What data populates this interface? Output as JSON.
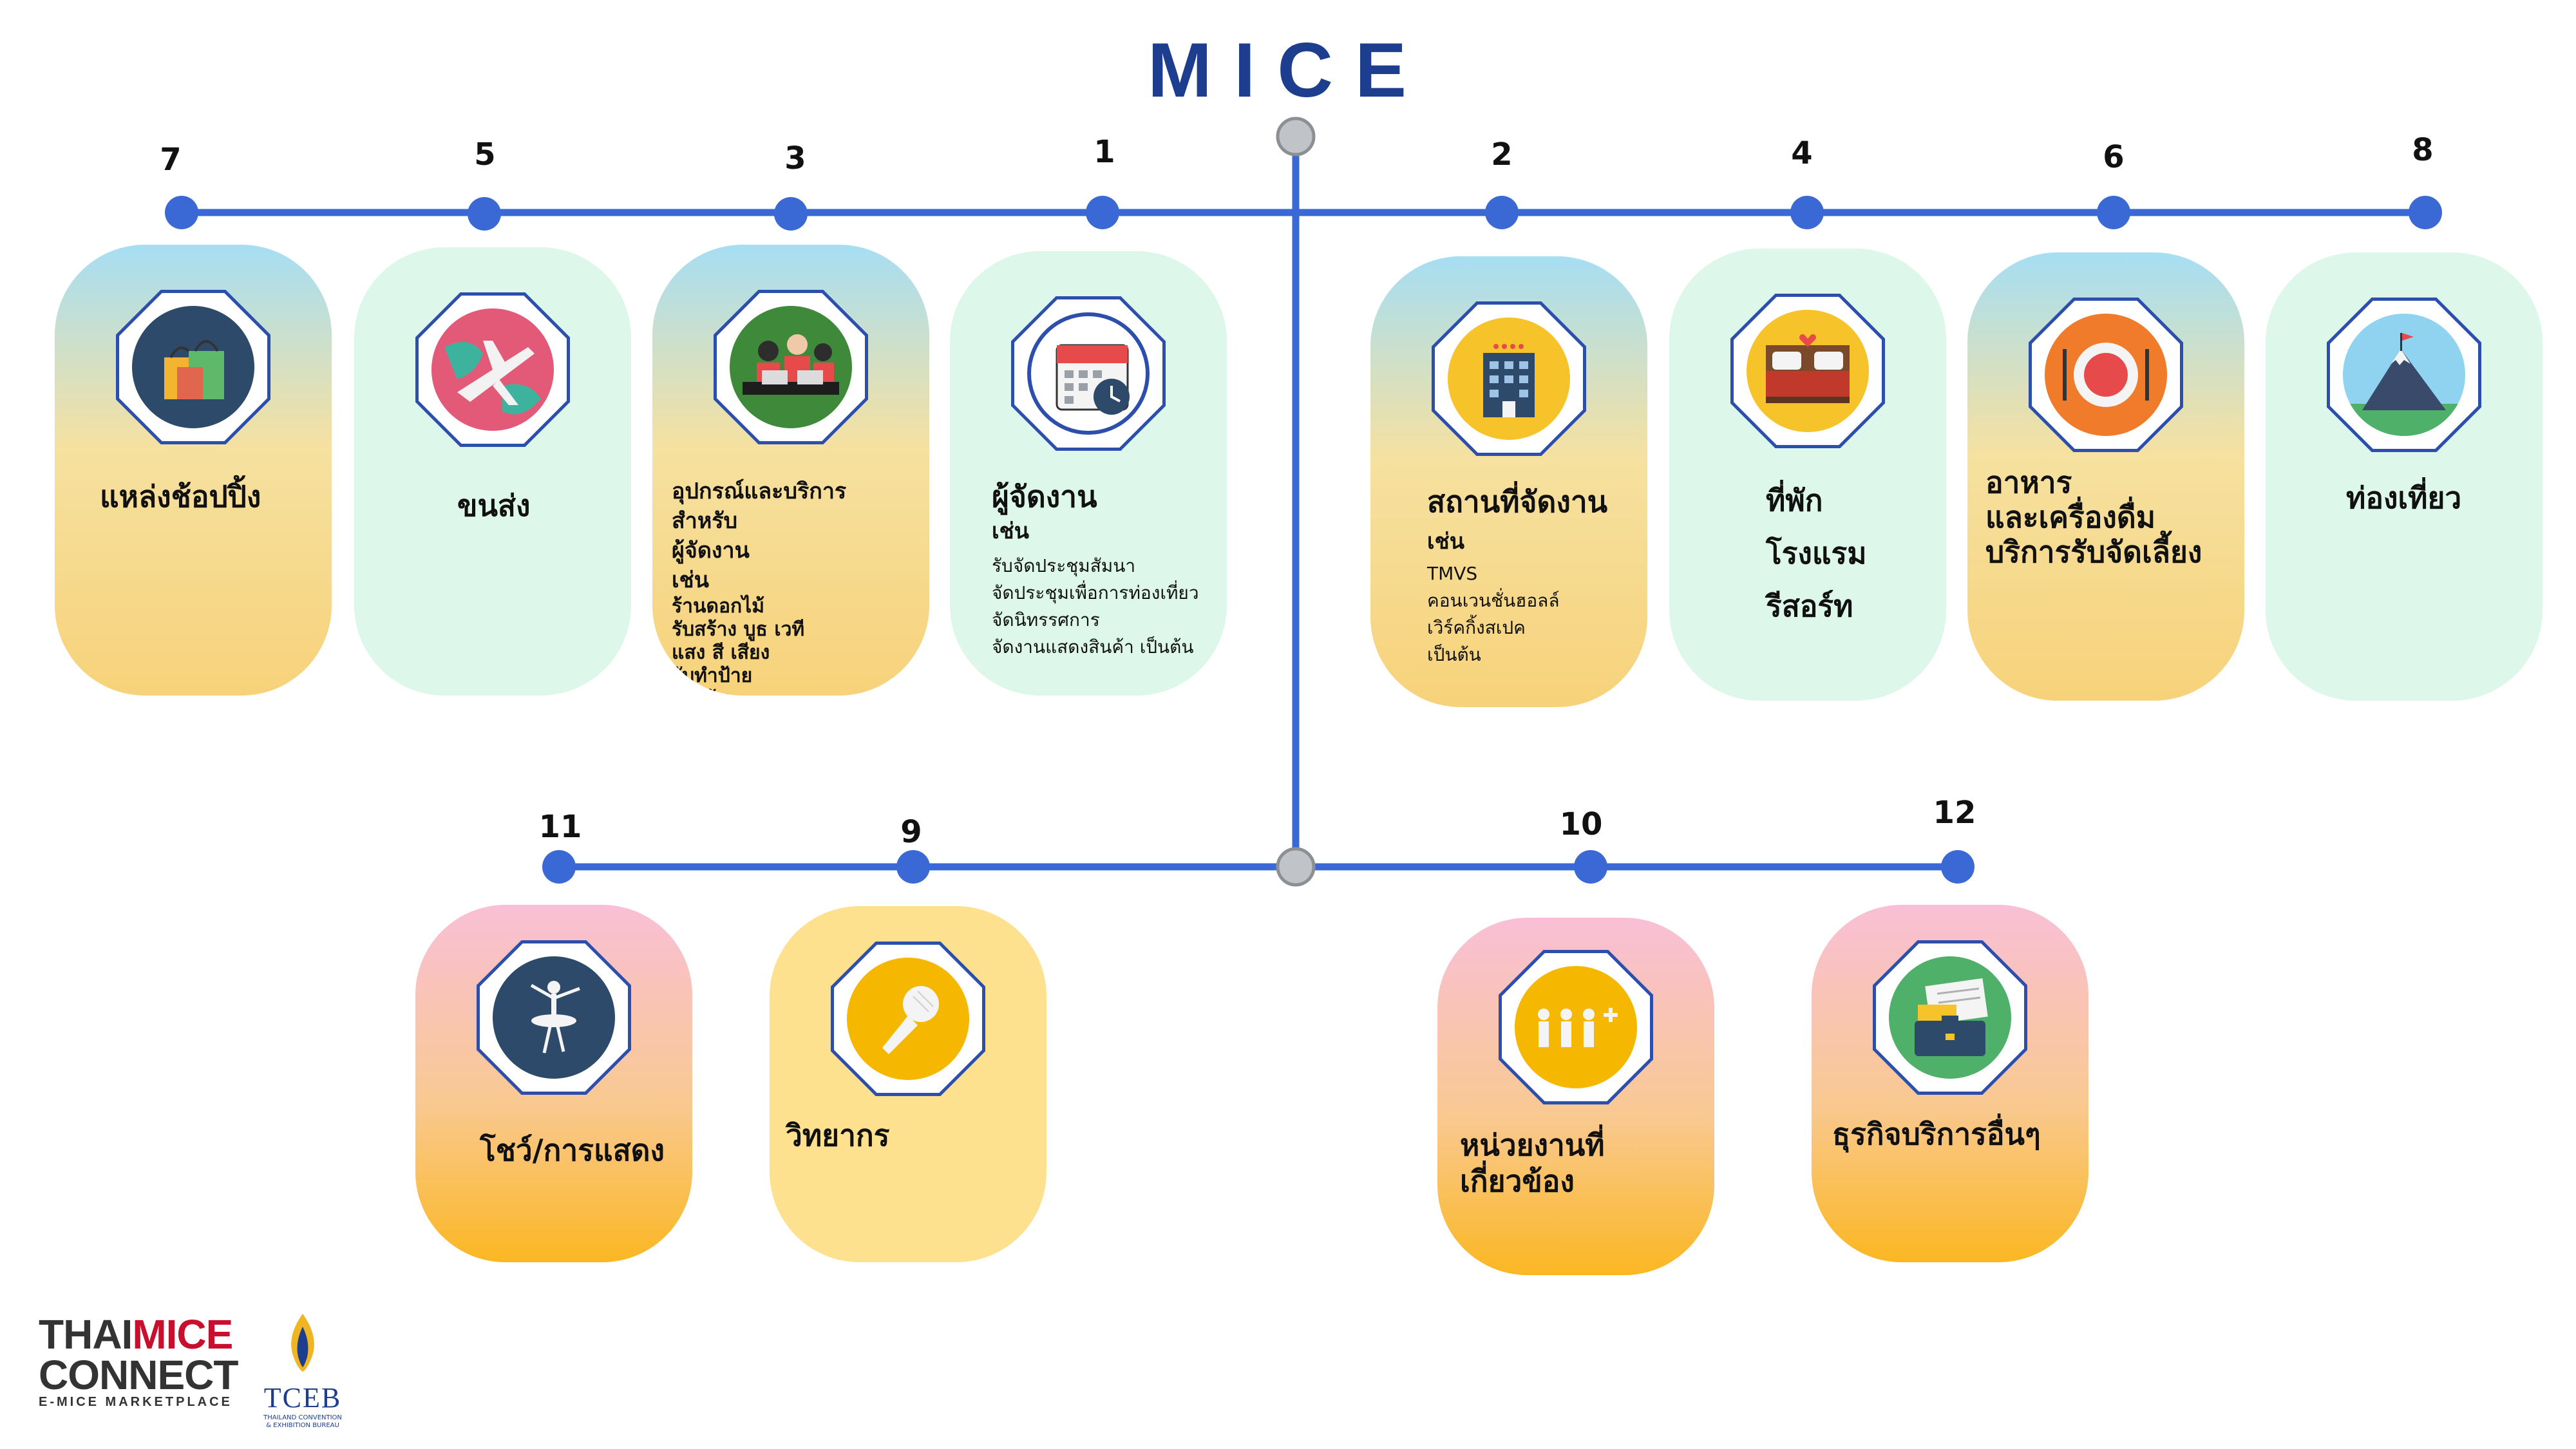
{
  "title": "MICE",
  "colors": {
    "line": "#3a69d6",
    "node": "#3a69d6",
    "hub": "#c0c4c8",
    "title": "#1d3d8f"
  },
  "nodes": [
    {
      "label": "7"
    },
    {
      "label": "5"
    },
    {
      "label": "3"
    },
    {
      "label": "1"
    },
    {
      "label": "2"
    },
    {
      "label": "4"
    },
    {
      "label": "6"
    },
    {
      "label": "8"
    },
    {
      "label": "11"
    },
    {
      "label": "9"
    },
    {
      "label": "10"
    },
    {
      "label": "12"
    }
  ],
  "cards": {
    "shopping": {
      "title": "แหล่งช้อปปิ้ง",
      "icon": "shopping-bags-icon"
    },
    "transport": {
      "title": "ขนส่ง",
      "icon": "airplane-globe-icon"
    },
    "equipment": {
      "title": " อุปกรณ์และบริการสำหรับ",
      "title2": "ผู้จัดงาน",
      "subhead": "เช่น",
      "items": [
        "ร้านดอกไม้",
        "รับสร้าง บูธ เวที",
        "แสง สี เสียง",
        "รับทำป้าย",
        "เป็นต้น"
      ],
      "icon": "meeting-people-icon"
    },
    "organizer": {
      "title": "ผู้จัดงาน",
      "subhead": "เช่น",
      "items": [
        "รับจัดประชุมสัมนา",
        "จัดประชุมเพื่อการท่องเที่ยว",
        "จัดนิทรรศการ",
        "จัดงานแสดงสินค้า เป็นต้น"
      ],
      "icon": "calendar-clock-icon"
    },
    "venue": {
      "title": "สถานที่จัดงาน",
      "subhead": "เช่น",
      "items": [
        "TMVS",
        "คอนเวนชั่นฮอลล์",
        "เวิร์คกิ้งสเปค",
        "เป็นต้น"
      ],
      "icon": "hotel-building-icon"
    },
    "accommodation": {
      "lines": [
        "ที่พัก",
        "โรงแรม",
        "รีสอร์ท"
      ],
      "icon": "bed-icon"
    },
    "food": {
      "lines": [
        "อาหาร",
        "และเครื่องดื่ม",
        "บริการรับจัดเลี้ยง"
      ],
      "icon": "plate-cutlery-icon"
    },
    "tourism": {
      "title": "ท่องเที่ยว",
      "icon": "mountain-flag-icon"
    },
    "show": {
      "title": "โชว์/การแสดง",
      "icon": "ballerina-icon"
    },
    "speaker": {
      "title": "วิทยากร",
      "icon": "microphone-icon"
    },
    "agency": {
      "lines": [
        "หน่วยงานที่",
        "เกี่ยวข้อง"
      ],
      "icon": "people-group-icon"
    },
    "business": {
      "title": "ธุรกิจบริการอื่นๆ",
      "icon": "briefcase-documents-icon"
    }
  },
  "logo": {
    "thai": "THAI",
    "mice": "MICE",
    "connect": "CONNECT",
    "tagline": "E-MICE MARKETPLACE",
    "tceb": "TCEB",
    "tceb_sub1": "THAILAND CONVENTION",
    "tceb_sub2": "& EXHIBITION BUREAU"
  }
}
